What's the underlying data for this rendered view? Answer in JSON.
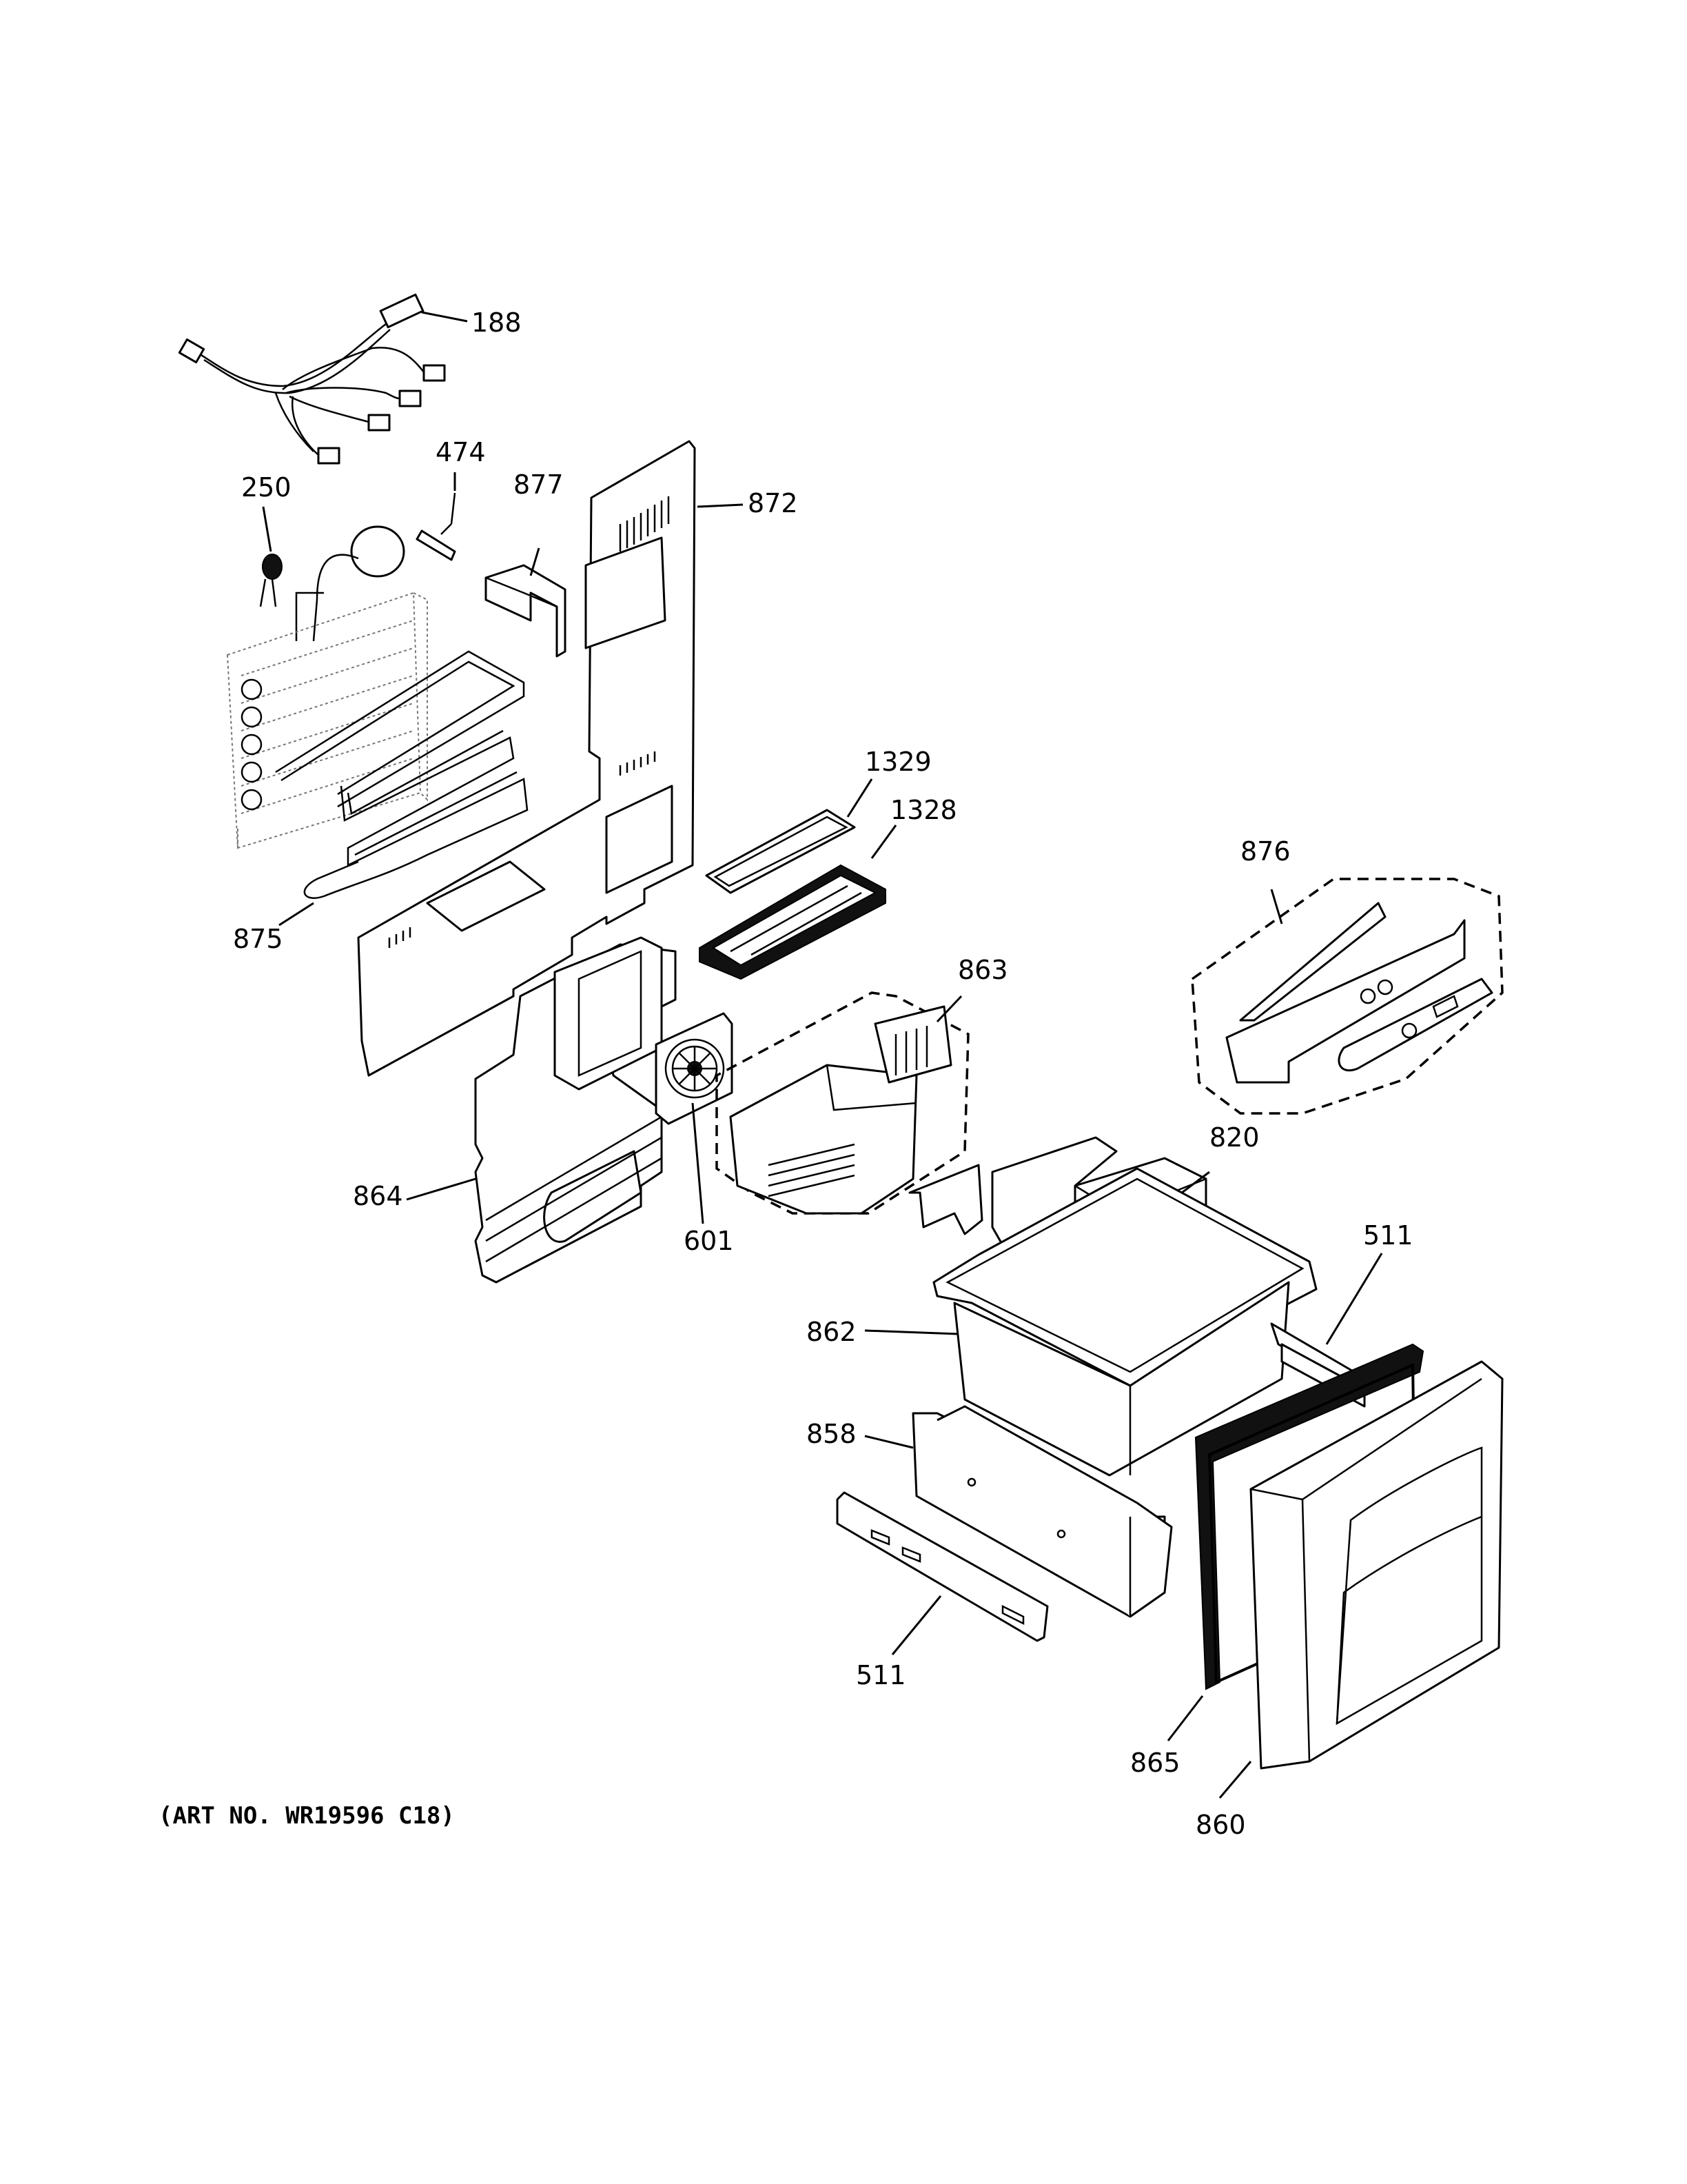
{
  "diagram": {
    "callouts": {
      "c188": "188",
      "c474": "474",
      "c250": "250",
      "c877": "877",
      "c872": "872",
      "c1329": "1329",
      "c1328": "1328",
      "c876": "876",
      "c875": "875",
      "c863": "863",
      "c820": "820",
      "c864": "864",
      "c601": "601",
      "c511a": "511",
      "c862": "862",
      "c858": "858",
      "c511b": "511",
      "c865": "865",
      "c860": "860"
    },
    "art_number": "(ART NO. WR19596 C18)"
  }
}
